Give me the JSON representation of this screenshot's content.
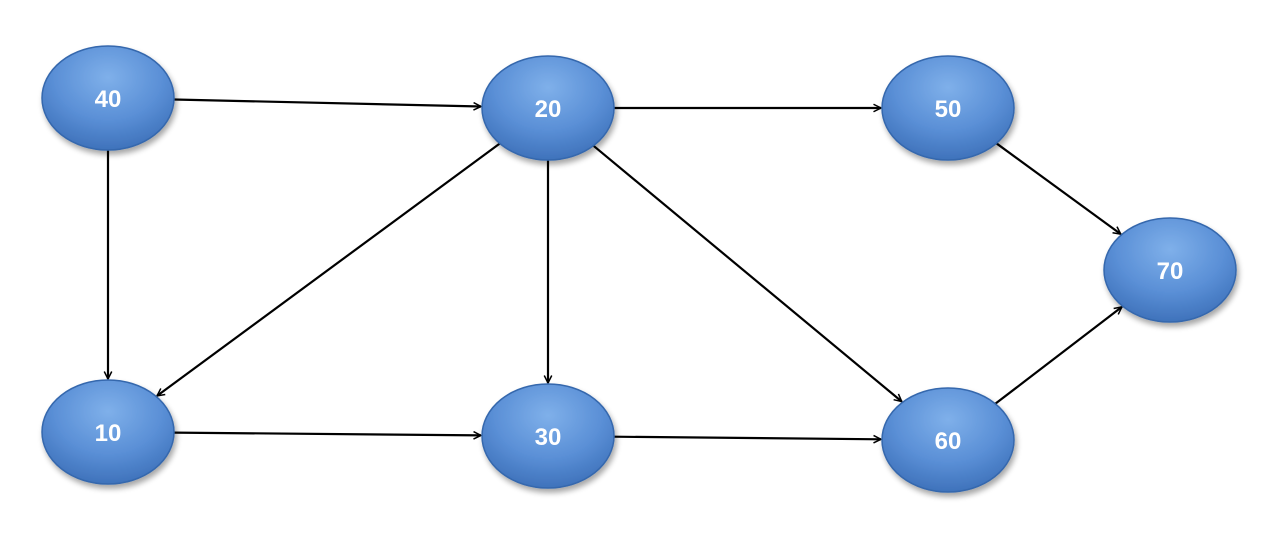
{
  "diagram": {
    "type": "directed-graph",
    "colors": {
      "node_fill_light": "#6b9fdc",
      "node_fill_dark": "#3f74bd",
      "node_stroke": "#3567ad",
      "edge": "#000000",
      "label": "#ffffff"
    },
    "nodes": [
      {
        "id": "n40",
        "label": "40"
      },
      {
        "id": "n20",
        "label": "20"
      },
      {
        "id": "n50",
        "label": "50"
      },
      {
        "id": "n70",
        "label": "70"
      },
      {
        "id": "n10",
        "label": "10"
      },
      {
        "id": "n30",
        "label": "30"
      },
      {
        "id": "n60",
        "label": "60"
      }
    ],
    "edges": [
      {
        "from": "n40",
        "to": "n20"
      },
      {
        "from": "n40",
        "to": "n10"
      },
      {
        "from": "n20",
        "to": "n50"
      },
      {
        "from": "n20",
        "to": "n10"
      },
      {
        "from": "n20",
        "to": "n30"
      },
      {
        "from": "n20",
        "to": "n60"
      },
      {
        "from": "n50",
        "to": "n70"
      },
      {
        "from": "n10",
        "to": "n30"
      },
      {
        "from": "n30",
        "to": "n60"
      },
      {
        "from": "n60",
        "to": "n70"
      }
    ]
  }
}
